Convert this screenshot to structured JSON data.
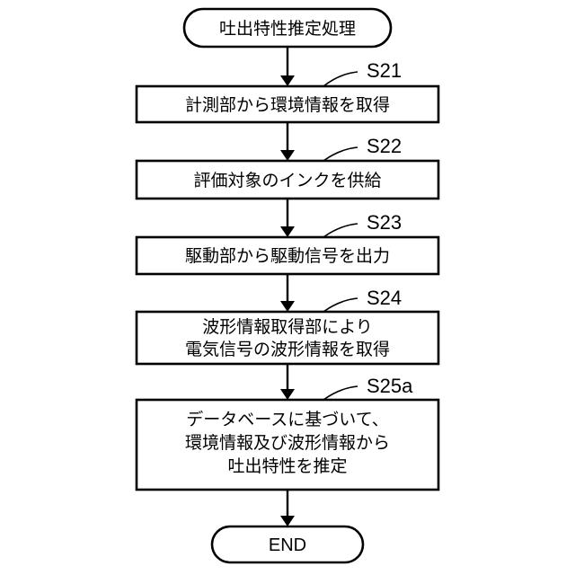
{
  "start": {
    "text": "吐出特性推定処理"
  },
  "steps": [
    {
      "label": "S21",
      "lines": [
        "計測部から環境情報を取得"
      ]
    },
    {
      "label": "S22",
      "lines": [
        "評価対象のインクを供給"
      ]
    },
    {
      "label": "S23",
      "lines": [
        "駆動部から駆動信号を出力"
      ]
    },
    {
      "label": "S24",
      "lines": [
        "波形情報取得部により",
        "電気信号の波形情報を取得"
      ]
    },
    {
      "label": "S25a",
      "lines": [
        "データベースに基づいて、",
        "環境情報及び波形情報から",
        "吐出特性を推定"
      ]
    }
  ],
  "end": {
    "text": "END"
  }
}
